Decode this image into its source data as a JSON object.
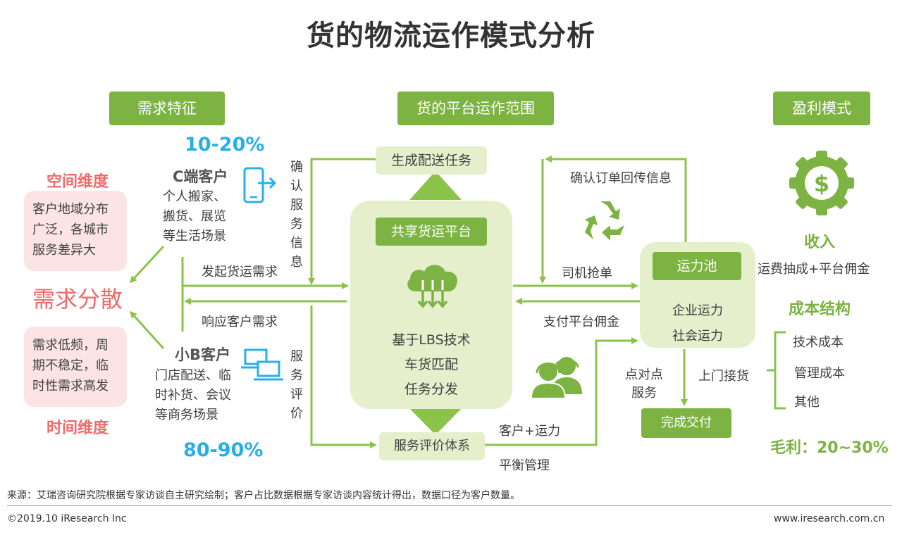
{
  "title": "货的物流运作模式分析",
  "headers": {
    "demand": "需求特征",
    "scope": "货的平台运作范围",
    "profit": "盈利模式"
  },
  "demand": {
    "space_label": "空间维度",
    "space_lines": [
      "客户地域分布",
      "广泛，各城市",
      "服务差异大"
    ],
    "center_label": "需求分散",
    "time_lines": [
      "需求低频，周",
      "期不稳定，临",
      "时性需求高发"
    ],
    "time_label": "时间维度"
  },
  "c_customer": {
    "pct": "10-20%",
    "name": "C端客户",
    "lines": [
      "个人搬家、",
      "搬货、展览",
      "等生活场景"
    ]
  },
  "b_customer": {
    "name": "小B客户",
    "lines": [
      "门店配送、临",
      "时补货、会议",
      "等商务场景"
    ],
    "pct": "80-90%"
  },
  "flows": {
    "confirm_service": [
      "确",
      "认",
      "服",
      "务",
      "信",
      "息"
    ],
    "initiate": "发起货运需求",
    "respond": "响应客户需求",
    "service_eval": [
      "服",
      "务",
      "评",
      "价"
    ],
    "generate_task": "生成配送任务",
    "confirm_order": "确认订单回传信息",
    "driver_grab": "司机抢单",
    "pay_commission": "支付平台佣金",
    "eval_system": "服务评价体系",
    "customer_capacity": "客户+运力",
    "balance": "平衡管理",
    "p2p": [
      "点对点",
      "服务"
    ],
    "pickup": "上门接货",
    "complete": "完成交付"
  },
  "platform": {
    "name": "共享货运平台",
    "lines": [
      "基于LBS技术",
      "车货匹配",
      "任务分发"
    ]
  },
  "capacity": {
    "name": "运力池",
    "lines": [
      "企业运力",
      "社会运力"
    ]
  },
  "profit": {
    "income_label": "收入",
    "income_desc": "运费抽成+平台佣金",
    "cost_label": "成本结构",
    "costs": [
      "技术成本",
      "管理成本",
      "其他"
    ],
    "margin": "毛利：20~30%"
  },
  "footer": {
    "source": "来源：艾瑞咨询研究院根据专家访谈自主研究绘制；客户占比数据根据专家访谈内容统计得出，数据口径为客户数量。",
    "copyright": "©2019.10 iResearch Inc",
    "website": "www.iresearch.com.cn"
  },
  "colors": {
    "green": "#7cb342",
    "light_green": "#e5efcc",
    "pink": "#fce4e4",
    "pink_text": "#ef6b6b",
    "blue": "#27b0e8"
  }
}
